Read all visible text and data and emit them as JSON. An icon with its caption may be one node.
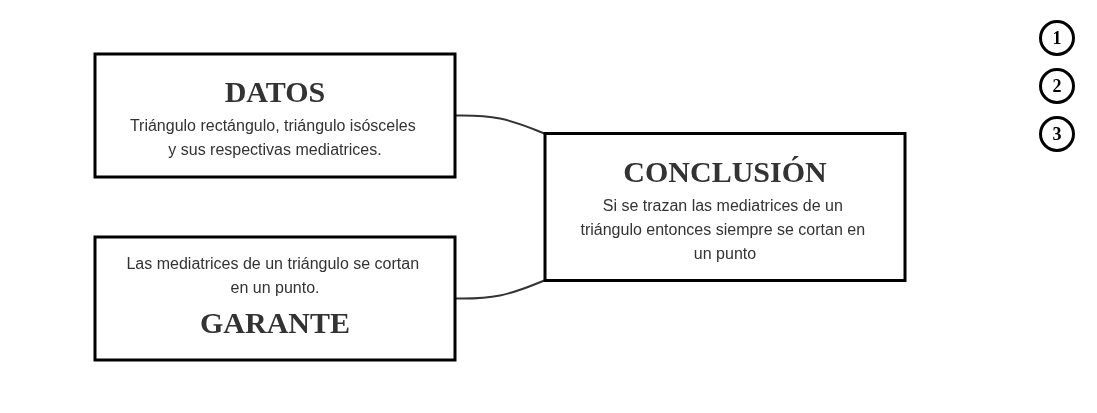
{
  "diagram": {
    "nodes": [
      {
        "text": [
          "DATOS",
          "Triángulo rectángulo, triángulo isósceles y sus respectivas mediatrices."
        ]
      },
      {
        "text": [
          "Las mediatrices de un triángulo se cortan en un punto.",
          "GARANTE"
        ]
      },
      {
        "text": [
          "CONCLUSIÓN",
          "Si se trazan las mediatrices de un triángulo entonces siempre se cortan en un punto"
        ]
      }
    ],
    "edges": [
      {
        "from": 0,
        "to": 2,
        "arrow": "none"
      },
      {
        "from": 1,
        "to": 2,
        "arrow": "none"
      }
    ],
    "labels": [
      "1",
      "2",
      "3"
    ]
  }
}
